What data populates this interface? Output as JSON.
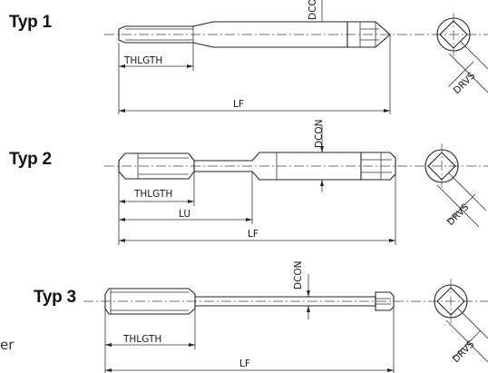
{
  "types": [
    {
      "label": "Typ 1"
    },
    {
      "label": "Typ 2"
    },
    {
      "label": "Typ 3"
    }
  ],
  "dimensions": {
    "dcon": "DCON",
    "thlgth": "THLGTH",
    "lf": "LF",
    "lu": "LU",
    "drvs": "DRVS"
  },
  "side_text": "er",
  "colors": {
    "line": "#222222",
    "background": "#ffffff"
  }
}
